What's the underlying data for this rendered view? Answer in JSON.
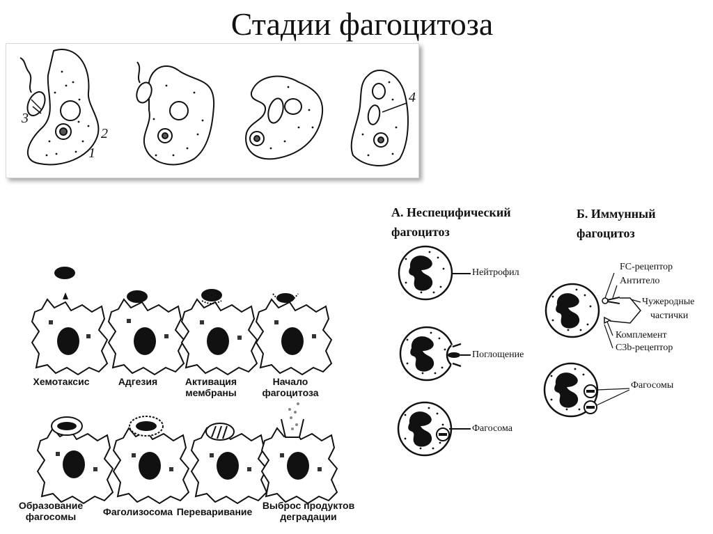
{
  "title": "Стадии фагоцитоза",
  "top_panel": {
    "numbers": [
      "1",
      "2",
      "3",
      "4"
    ]
  },
  "stages": {
    "row1": [
      "Хемотаксис",
      "Адгезия",
      "Активация мембраны",
      "Начало фагоцитоза"
    ],
    "row2": [
      "Образование фагосомы",
      "Фаголизосома",
      "Переваривание",
      "Выброс продуктов деградации"
    ]
  },
  "section_a": {
    "heading_line1": "А. Неспецифический",
    "heading_line2": "фагоцитоз",
    "labels": [
      "Нейтрофил",
      "Поглощение",
      "Фагосома"
    ]
  },
  "section_b": {
    "heading_line1": "Б. Иммунный",
    "heading_line2": "фагоцитоз",
    "labels": {
      "fc_receptor": "FC-рецептор",
      "antibody": "Антитело",
      "foreign_1": "Чужеродные",
      "foreign_2": "частички",
      "complement": "Комплемент",
      "c3b": "C3b-рецептор",
      "phagosomes": "Фагосомы"
    }
  }
}
